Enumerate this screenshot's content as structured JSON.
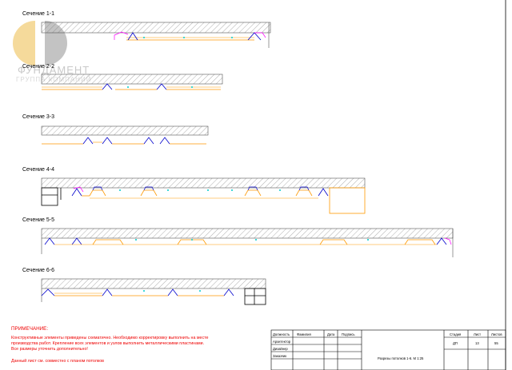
{
  "sections": [
    {
      "label": "Сечение 1-1"
    },
    {
      "label": "Сечение 2-2"
    },
    {
      "label": "Сечение 3-3"
    },
    {
      "label": "Сечение 4-4"
    },
    {
      "label": "Сечение 5-5"
    },
    {
      "label": "Сечение 6-6"
    }
  ],
  "watermark": {
    "line1": "ФУНДАМЕНТ",
    "line2": "ГРУППА КОМПАНИЙ"
  },
  "notes": {
    "title": "ПРИМЕЧАНИЕ:",
    "line1": "Конструктивные элементы приведены схематично. Необходимо корректировку выполнить на месте",
    "line2": "производства работ. Крепление всех элементов и узлов выполнить металлическими пластинами.",
    "line3": "Все размеры уточнить дополнительно!",
    "line4": "Данный лист см. совместно с планом потолков"
  },
  "title_block": {
    "col_position": "Должность",
    "col_surname": "Фамилия",
    "col_date": "Дата",
    "col_signature": "Подпись",
    "row_architect": "Архитектор",
    "row_designer": "Дизайнер",
    "row_customer": "Заказчик",
    "sheet_title": "Разрезы потолков 1-6. М 1:25",
    "h_stage": "Стадия",
    "h_sheet": "Лист",
    "h_sheets": "Листов",
    "stage": "ДП",
    "sheet": "13",
    "sheets": "55"
  },
  "colors": {
    "hatch": "#555555",
    "orange": "#ff9900",
    "blue": "#0000cc",
    "magenta": "#ff00ff",
    "cyan": "#00cccc",
    "note": "#ee0000"
  }
}
